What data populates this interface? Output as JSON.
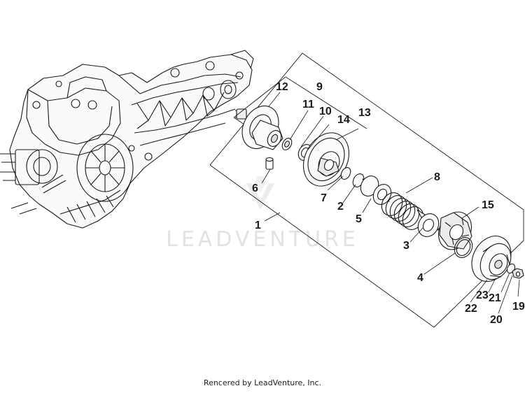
{
  "diagram": {
    "callouts": [
      {
        "id": "c1",
        "text": "1"
      },
      {
        "id": "c2",
        "text": "2"
      },
      {
        "id": "c3",
        "text": "3"
      },
      {
        "id": "c4",
        "text": "4"
      },
      {
        "id": "c5",
        "text": "5"
      },
      {
        "id": "c6",
        "text": "6"
      },
      {
        "id": "c7",
        "text": "7"
      },
      {
        "id": "c8",
        "text": "8"
      },
      {
        "id": "c9",
        "text": "9"
      },
      {
        "id": "c10",
        "text": "10"
      },
      {
        "id": "c11",
        "text": "11"
      },
      {
        "id": "c12",
        "text": "12"
      },
      {
        "id": "c13",
        "text": "13"
      },
      {
        "id": "c14",
        "text": "14"
      },
      {
        "id": "c15",
        "text": "15"
      },
      {
        "id": "c19",
        "text": "19"
      },
      {
        "id": "c20",
        "text": "20"
      },
      {
        "id": "c21",
        "text": "21"
      },
      {
        "id": "c22",
        "text": "22"
      },
      {
        "id": "c23",
        "text": "23"
      }
    ],
    "watermark": "LEADVENTURE"
  },
  "footer": {
    "credit": "Rencered by LeadVenture, Inc."
  },
  "colors": {
    "line": "#1a1a1a",
    "watermark": "#e2e2e2",
    "background": "#ffffff"
  }
}
